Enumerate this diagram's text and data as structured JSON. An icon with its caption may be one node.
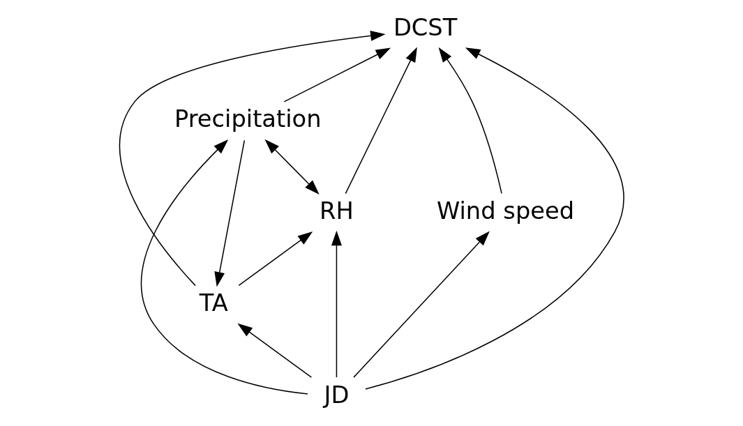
{
  "diagram": {
    "nodes": [
      {
        "text": [
          "TA"
        ]
      },
      {
        "text": [
          "DCST"
        ]
      },
      {
        "text": [
          "RH"
        ]
      },
      {
        "text": [
          "Wind speed"
        ]
      },
      {
        "text": [
          "JD"
        ]
      },
      {
        "text": [
          "Precipitation"
        ]
      }
    ],
    "edges": [
      {
        "from": 0,
        "to": 1,
        "arrow": "to"
      },
      {
        "from": 0,
        "to": 2,
        "arrow": "to"
      },
      {
        "from": 2,
        "to": 1,
        "arrow": "to"
      },
      {
        "from": 3,
        "to": 1,
        "arrow": "to"
      },
      {
        "from": 4,
        "to": 1,
        "arrow": "to"
      },
      {
        "from": 4,
        "to": 0,
        "arrow": "to"
      },
      {
        "from": 4,
        "to": 2,
        "arrow": "to"
      },
      {
        "from": 4,
        "to": 3,
        "arrow": "to"
      },
      {
        "from": 4,
        "to": 5,
        "arrow": "to"
      },
      {
        "from": 5,
        "to": 1,
        "arrow": "to"
      },
      {
        "from": 5,
        "to": 0,
        "arrow": "to"
      },
      {
        "from": 2,
        "to": 5,
        "arrow": "both"
      }
    ]
  }
}
